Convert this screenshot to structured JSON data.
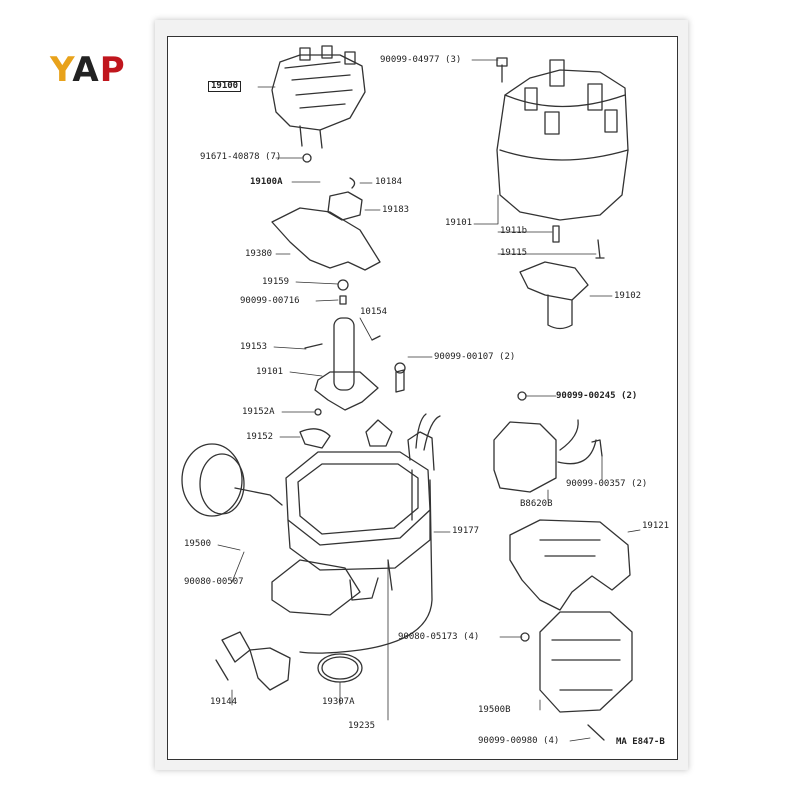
{
  "logo": {
    "y": "Y",
    "a": "A",
    "p": "P"
  },
  "labels": {
    "l19100": "19100",
    "l90099_04977": "90099-04977 (3)",
    "l91671_40878": "91671-40878 (7)",
    "l19100A": "19100A",
    "l10184": "10184",
    "l19183": "19183",
    "l19101": "19101",
    "l1911b": "1911b",
    "l19115": "19115",
    "l19380": "19380",
    "l19159": "19159",
    "l19102": "19102",
    "l90099_00716": "90099-00716",
    "l10154": "10154",
    "l19153": "19153",
    "l90099_00107": "90099-00107 (2)",
    "l19101b": "19101",
    "l90099_00245": "90099-00245 (2)",
    "l19152A": "19152A",
    "l19152": "19152",
    "lB8620B": "B8620B",
    "l90099_00357": "90099-00357 (2)",
    "l19121": "19121",
    "l19177": "19177",
    "l19500": "19500",
    "l90080_00507": "90080-00507",
    "l90080_05173": "90080-05173 (4)",
    "l19144": "19144",
    "l19307A": "19307A",
    "l19500B": "19500B",
    "l19235": "19235",
    "l90099_00980": "90099-00980 (4)",
    "ref": "MA  E847-B"
  }
}
